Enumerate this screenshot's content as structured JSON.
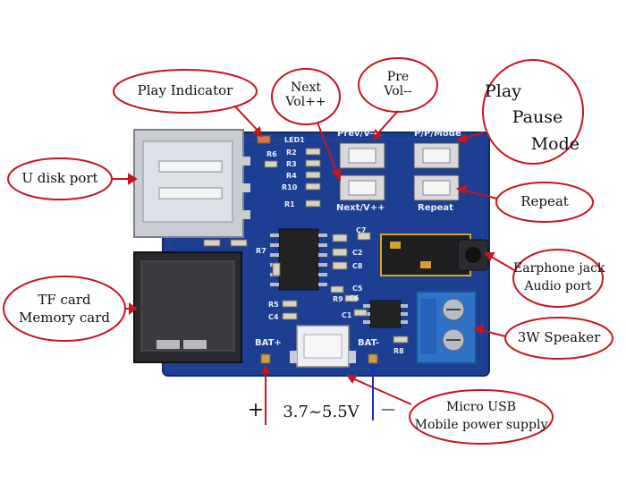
{
  "colors": {
    "board": "#1c3f93",
    "board_dark": "#142f73",
    "callout_outline": "#c8141e",
    "arrow_red": "#c8141e",
    "arrow_blue": "#1d2fb8",
    "terminal_blue": "#2f73c9",
    "silver": "#c9ccd2"
  },
  "callouts": {
    "play_indicator": "Play Indicator",
    "next_vol": [
      "Next",
      "Vol++"
    ],
    "pre_vol": [
      "Pre",
      "Vol--"
    ],
    "play_pause_mode": [
      "Play",
      "Pause",
      "Mode"
    ],
    "u_disk_port": "U disk port",
    "repeat": "Repeat",
    "earphone_jack": [
      "Earphone jack",
      "Audio port"
    ],
    "tf_card": [
      "TF card",
      "Memory card"
    ],
    "speaker": "3W Speaker",
    "micro_usb": [
      "Micro USB",
      "Mobile power supply"
    ]
  },
  "voltage": {
    "plus": "+",
    "range": "3.7~5.5V",
    "minus": "—"
  },
  "silkscreen": {
    "led1": "LED1",
    "r6": "R6",
    "r2": "R2",
    "r3": "R3",
    "r4": "R4",
    "r10": "R10",
    "r1": "R1",
    "prev": "Prev/V--",
    "ppmode": "P/P/Mode",
    "next": "Next/V++",
    "repeat": "Repeat",
    "c7": "C7",
    "c2": "C2",
    "c8": "C8",
    "r7": "R7",
    "c5": "C5",
    "r9": "R9",
    "c6": "C6",
    "r5": "R5",
    "c4": "C4",
    "c1": "C1",
    "r8": "R8",
    "bat_plus": "BAT+",
    "bat_minus": "BAT-"
  },
  "icons": [
    "usb-a-port",
    "tf-card-slot",
    "audio-jack",
    "screw-terminal",
    "micro-usb-port",
    "push-button",
    "smd-chip"
  ]
}
